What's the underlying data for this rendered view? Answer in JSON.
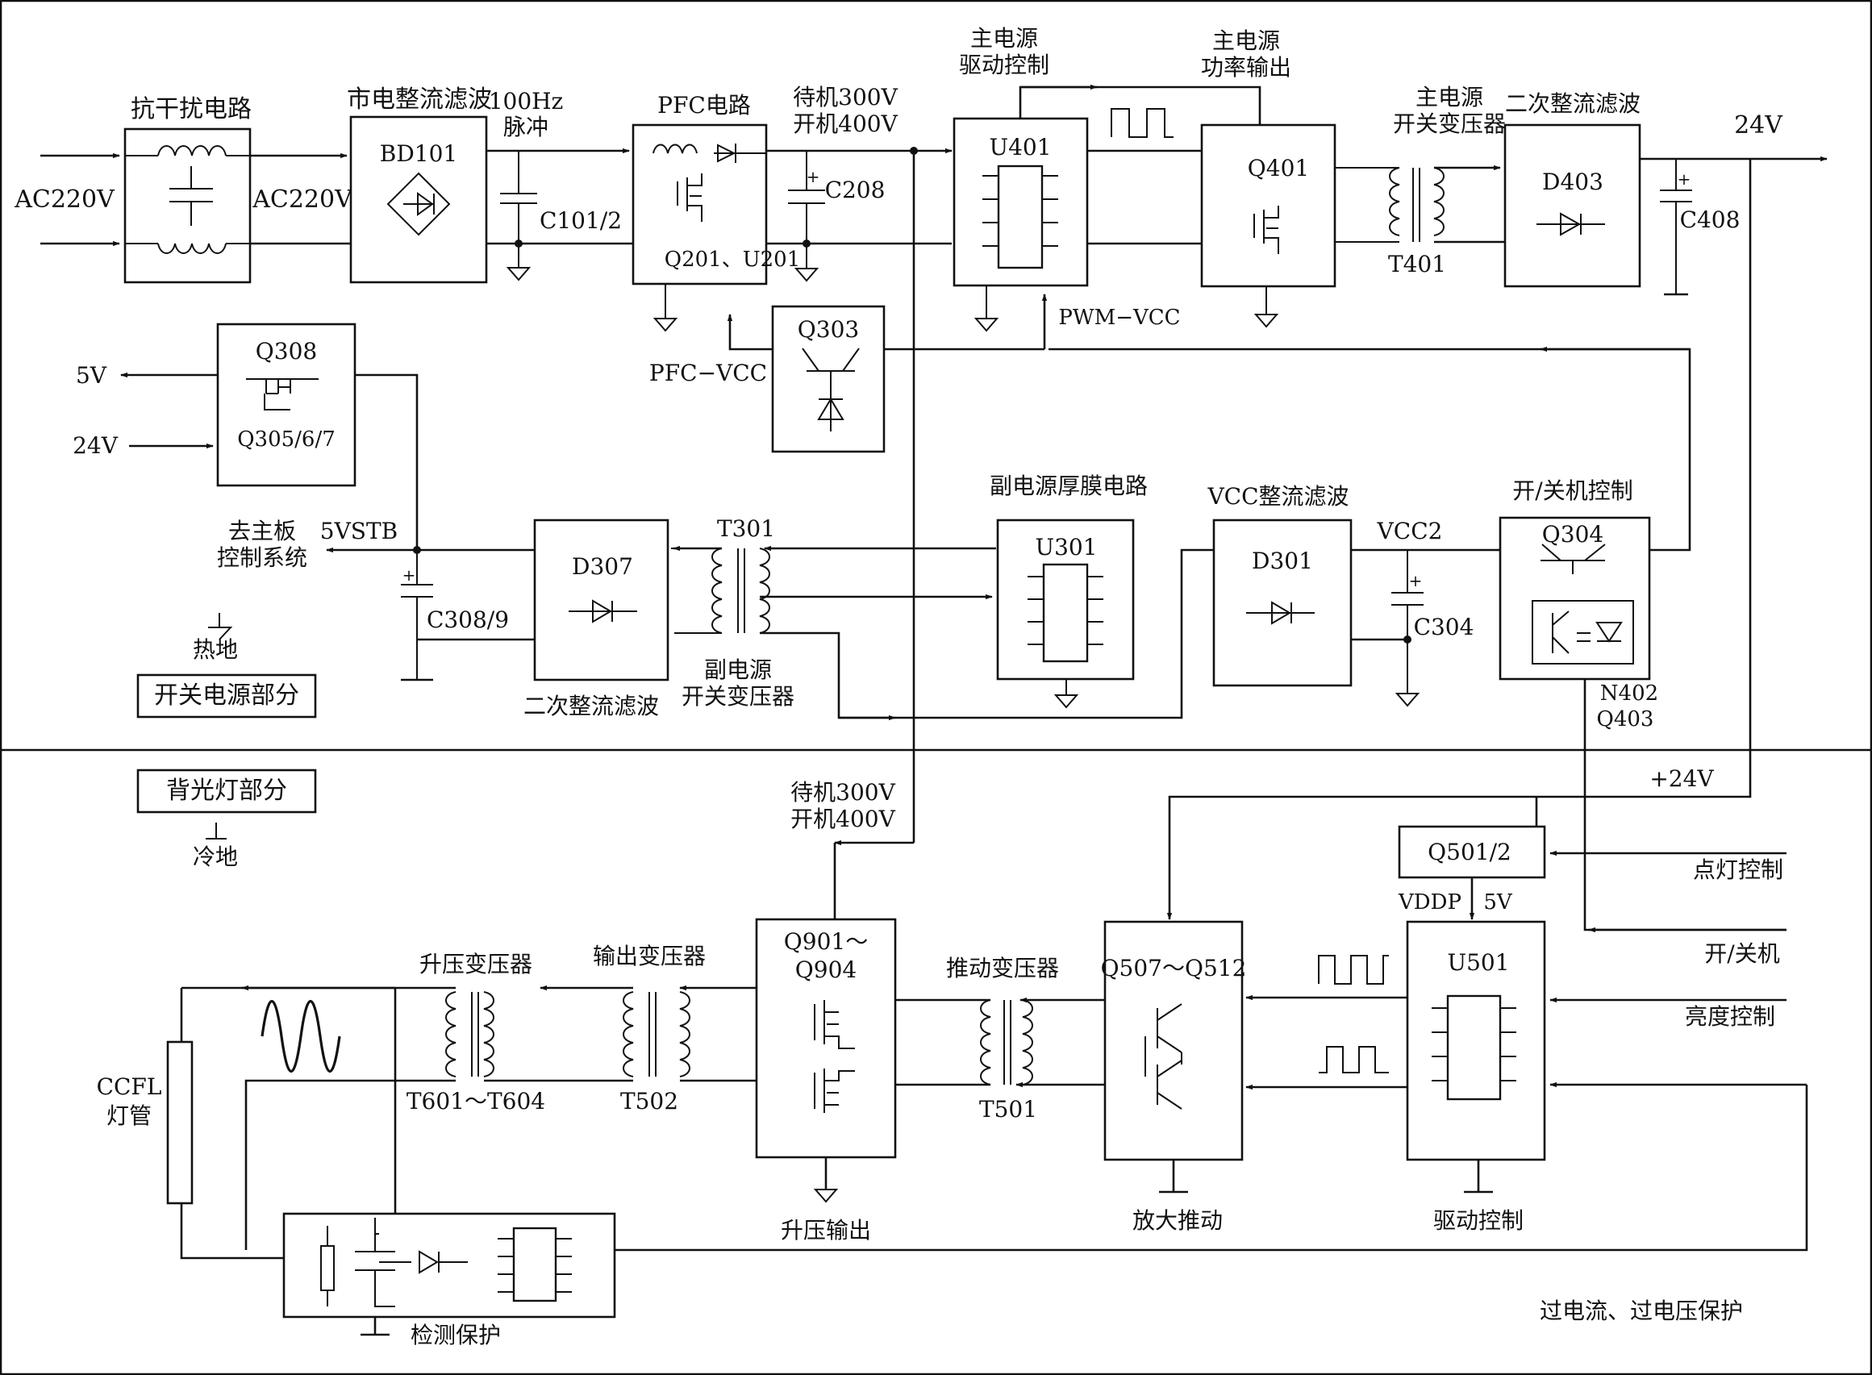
{
  "diagram": {
    "sections": {
      "top": "开关电源部分",
      "bottom": "背光灯部分"
    },
    "labels": {
      "emi_title": "抗干扰电路",
      "ac_in": "AC220V",
      "ac_mid": "AC220V",
      "rect_title": "市电整流滤波",
      "bd101": "BD101",
      "hz_1": "100Hz",
      "hz_2": "脉冲",
      "c101": "C101/2",
      "pfc_title": "PFC电路",
      "q201": "Q201、U201",
      "standby_1": "待机300V",
      "standby_2": "开机400V",
      "c208": "C208",
      "main_drv_1": "主电源",
      "main_drv_2": "驱动控制",
      "u401": "U401",
      "main_pwr_1": "主电源",
      "main_pwr_2": "功率输出",
      "q401": "Q401",
      "t401_title_1": "主电源",
      "t401_title_2": "开关变压器",
      "t401": "T401",
      "sec_rect": "二次整流滤波",
      "d403": "D403",
      "c408": "C408",
      "out_24v": "24V",
      "pwm_vcc": "PWM−VCC",
      "pfc_vcc": "PFC−VCC",
      "q303": "Q303",
      "q308": "Q308",
      "q305": "Q305/6/7",
      "v5": "5V",
      "v24": "24V",
      "to_main_1": "去主板",
      "to_main_2": "控制系统",
      "v5stb": "5VSTB",
      "c308": "C308/9",
      "hot_ground": "热地",
      "d307": "D307",
      "t301": "T301",
      "sub_sec_rect": "二次整流滤波",
      "sub_xfmr_1": "副电源",
      "sub_xfmr_2": "开关变压器",
      "thick_film": "副电源厚膜电路",
      "u301": "U301",
      "vcc_rect": "VCC整流滤波",
      "d301": "D301",
      "vcc2": "VCC2",
      "c304": "C304",
      "onoff_ctrl": "开/关机控制",
      "q304": "Q304",
      "n402": "N402",
      "q403": "Q403",
      "cold_ground": "冷地",
      "standby_b1": "待机300V",
      "standby_b2": "开机400V",
      "plus24v": "+24V",
      "q501": "Q501/2",
      "vddp": "VDDP",
      "v5b": "5V",
      "light_ctrl": "点灯控制",
      "onoff": "开/关机",
      "bright_ctrl": "亮度控制",
      "u501": "U501",
      "drive_ctrl": "驱动控制",
      "q507": "Q507～Q512",
      "amp_push": "放大推动",
      "push_xfmr": "推动变压器",
      "t501": "T501",
      "q901_1": "Q901～",
      "q901_2": "Q904",
      "boost_out": "升压输出",
      "out_xfmr": "输出变压器",
      "t502": "T502",
      "boost_xfmr": "升压变压器",
      "t601": "T601～T604",
      "ccfl_1": "CCFL",
      "ccfl_2": "灯管",
      "detect": "检测保护",
      "protect": "过电流、过电压保护"
    }
  }
}
